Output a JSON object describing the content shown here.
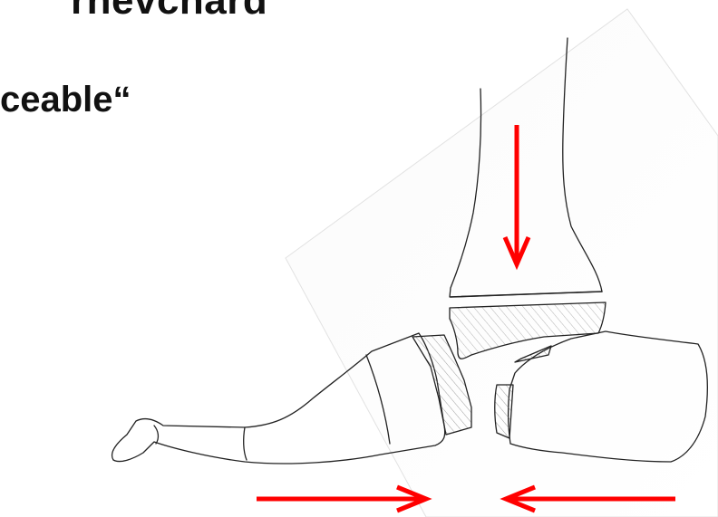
{
  "slide": {
    "title_fragment": "rnevchard",
    "subtitle_fragment": "ceable“"
  },
  "figure": {
    "subject": "sketch of foot bones",
    "arrow_color": "#ff0000",
    "arrows": [
      {
        "name": "axial-load-arrow",
        "direction": "down"
      },
      {
        "name": "forefoot-push-arrow",
        "direction": "right"
      },
      {
        "name": "hindfoot-push-arrow",
        "direction": "left"
      }
    ]
  }
}
